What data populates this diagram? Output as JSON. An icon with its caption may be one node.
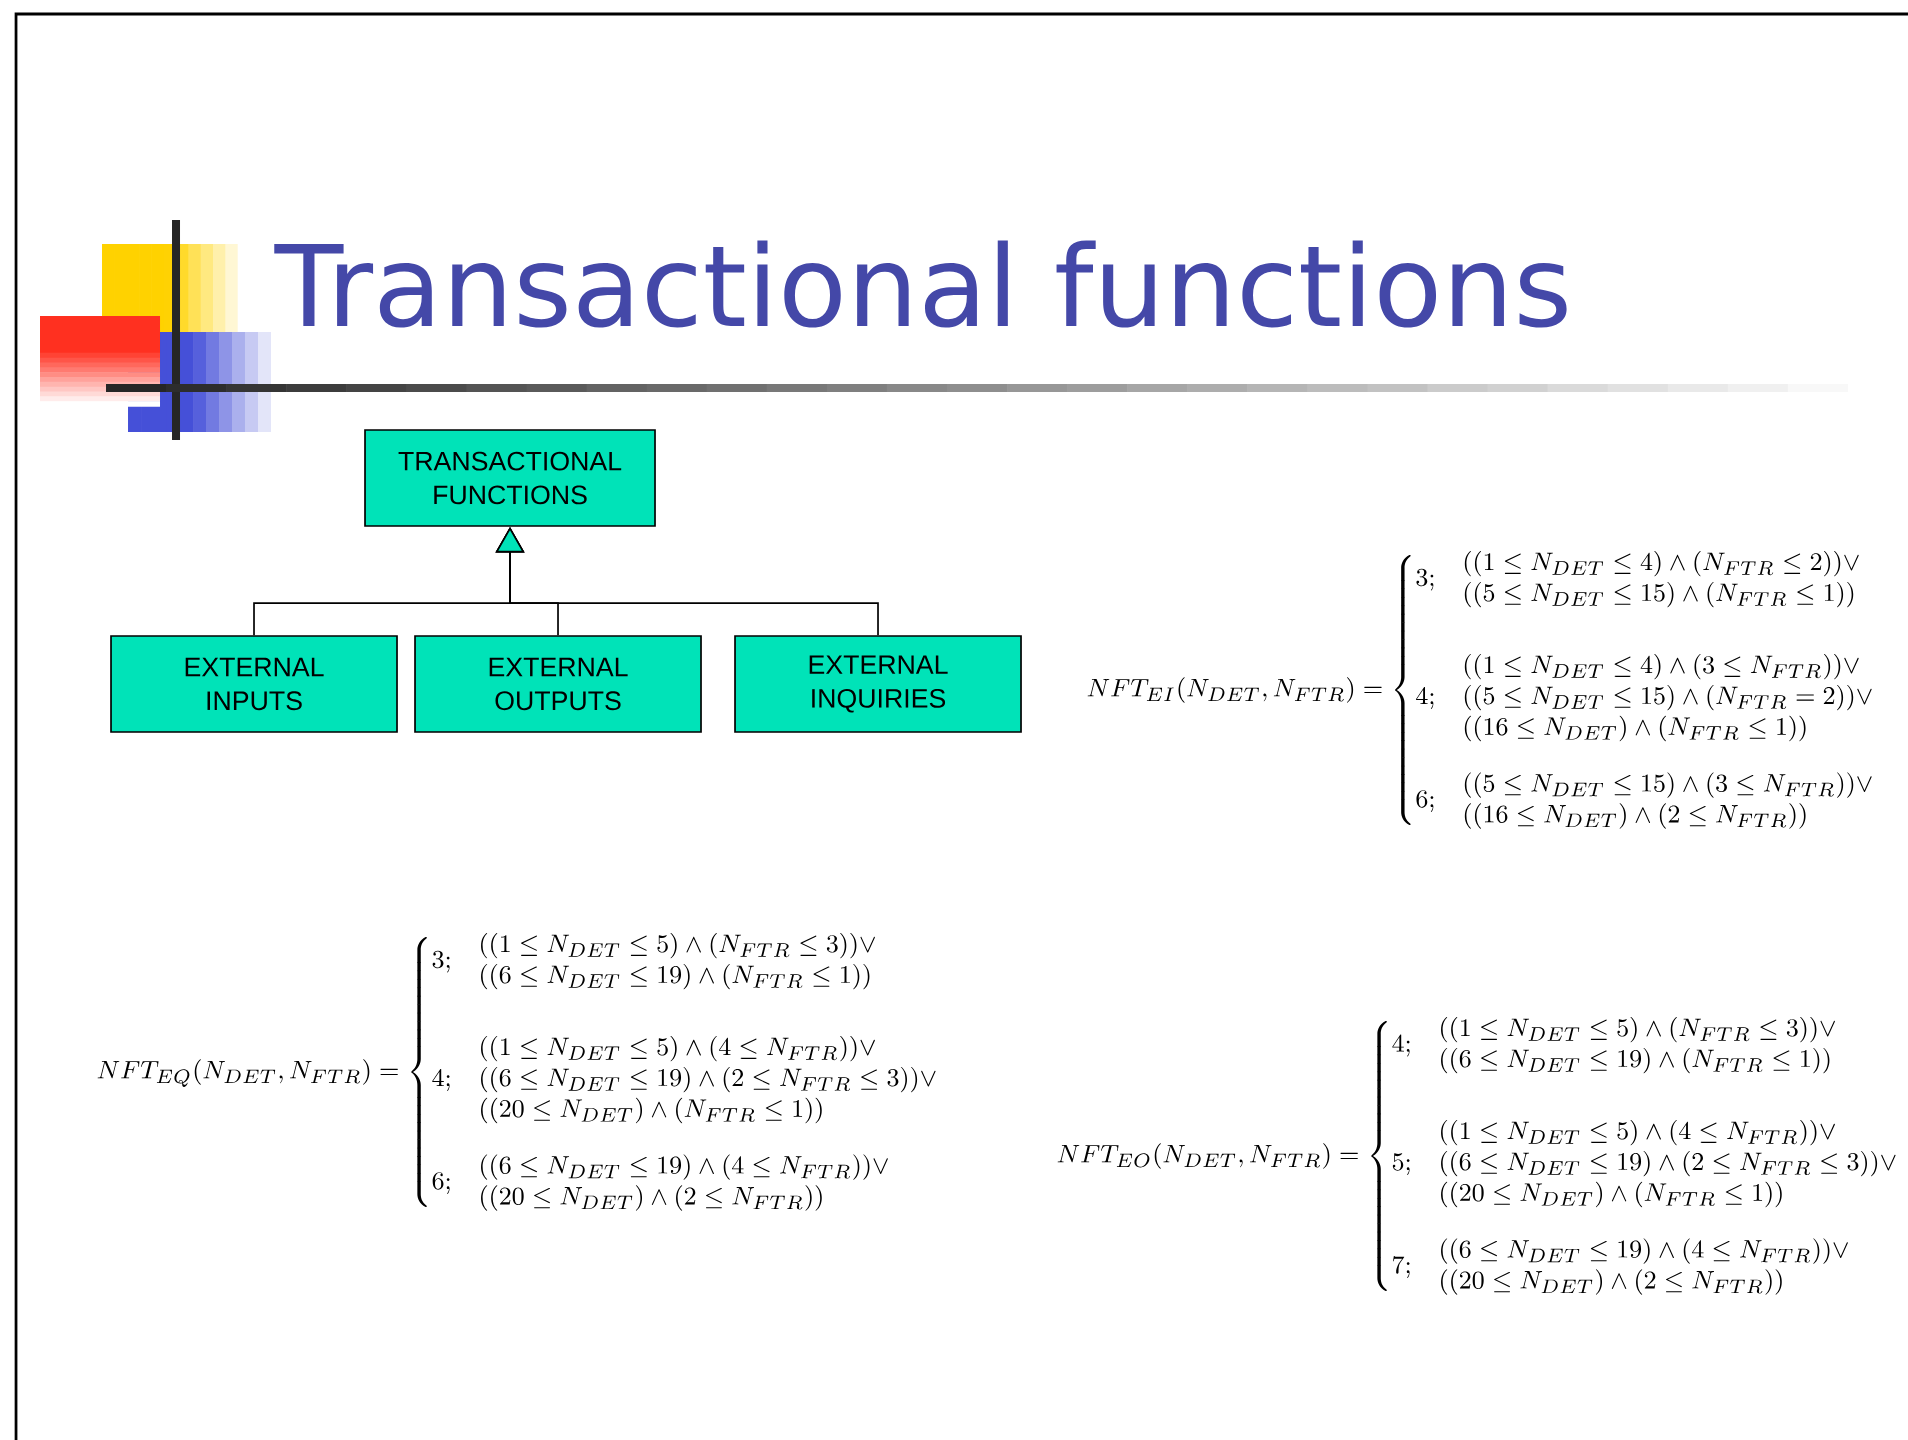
{
  "diagram": {
    "title": "Transactional functions",
    "nodes": [
      {
        "text": [
          "TRANSACTIONAL FUNCTIONS"
        ]
      },
      {
        "text": [
          "EXTERNAL INPUTS"
        ]
      },
      {
        "text": [
          "EXTERNAL OUTPUTS"
        ]
      },
      {
        "text": [
          "EXTERNAL INQUIRIES"
        ]
      }
    ],
    "edges": [
      {
        "from": 1,
        "to": 0,
        "arrow": "to"
      },
      {
        "from": 2,
        "to": 0,
        "arrow": "to"
      },
      {
        "from": 3,
        "to": 0,
        "arrow": "to"
      }
    ],
    "labels": [
      "NFT_{EI}(N_{DET},N_{FTR})=\\left\\{\\begin{array}{@{}l@{\\quad}l@{}}3; & \\begin{array}{@{}l@{}}((1\\leq N_{DET}\\leq 4)\\wedge(N_{FTR}\\leq 2))\\vee\\\\((5\\leq N_{DET}\\leq 15)\\wedge(N_{FTR}\\leq 1))\\end{array}\\\\[4ex] 4; & \\begin{array}{@{}l@{}}((1\\leq N_{DET}\\leq 4)\\wedge(3\\leq N_{FTR}))\\vee\\\\((5\\leq N_{DET}\\leq 15)\\wedge(N_{FTR}=2))\\vee\\\\((16\\leq N_{DET})\\wedge(N_{FTR}\\leq 1))\\end{array}\\\\[4ex] 6; & \\begin{array}{@{}l@{}}((5\\leq N_{DET}\\leq 15)\\wedge(3\\leq N_{FTR}))\\vee\\\\((16\\leq N_{DET})\\wedge(2\\leq N_{FTR}))\\end{array}\\end{array}\\right.",
      "NFT_{EQ}(N_{DET},N_{FTR})=\\left\\{\\begin{array}{@{}l@{\\quad}l@{}}3; & \\begin{array}{@{}l@{}}((1\\leq N_{DET}\\leq 5)\\wedge(N_{FTR}\\leq 3))\\vee\\\\((6\\leq N_{DET}\\leq 19)\\wedge(N_{FTR}\\leq 1))\\end{array}\\\\[4ex] 4; & \\begin{array}{@{}l@{}}((1\\leq N_{DET}\\leq 5)\\wedge(4\\leq N_{FTR}))\\vee\\\\((6\\leq N_{DET}\\leq 19)\\wedge(2\\leq N_{FTR}\\leq 3))\\vee\\\\((20\\leq N_{DET})\\wedge(N_{FTR}\\leq 1))\\end{array}\\\\[4ex] 6; & \\begin{array}{@{}l@{}}((6\\leq N_{DET}\\leq 19)\\wedge(4\\leq N_{FTR}))\\vee\\\\((20\\leq N_{DET})\\wedge(2\\leq N_{FTR}))\\end{array}\\end{array}\\right.",
      "NFT_{EO}(N_{DET},N_{FTR})=\\left\\{\\begin{array}{@{}l@{\\quad}l@{}}4; & \\begin{array}{@{}l@{}}((1\\leq N_{DET}\\leq 5)\\wedge(N_{FTR}\\leq 3))\\vee\\\\((6\\leq N_{DET}\\leq 19)\\wedge(N_{FTR}\\leq 1))\\end{array}\\\\[4ex] 5; & \\begin{array}{@{}l@{}}((1\\leq N_{DET}\\leq 5)\\wedge(4\\leq N_{FTR}))\\vee\\\\((6\\leq N_{DET}\\leq 19)\\wedge(2\\leq N_{FTR}\\leq 3))\\vee\\\\((20\\leq N_{DET})\\wedge(N_{FTR}\\leq 1))\\end{array}\\\\[4ex] 7; & \\begin{array}{@{}l@{}}((6\\leq N_{DET}\\leq 19)\\wedge(4\\leq N_{FTR}))\\vee\\\\((20\\leq N_{DET})\\wedge(2\\leq N_{FTR}))\\end{array}\\end{array}\\right."
    ]
  }
}
